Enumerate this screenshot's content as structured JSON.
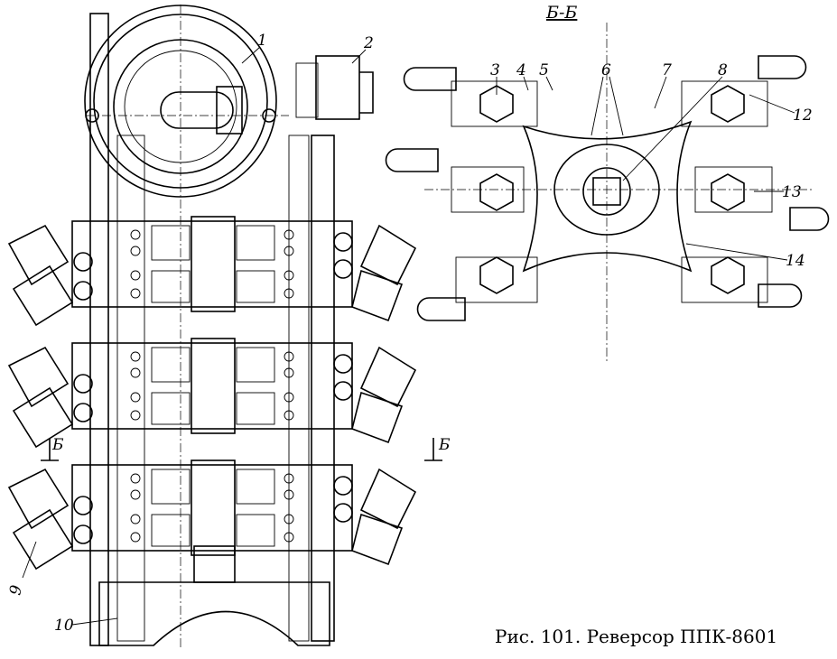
{
  "figure": {
    "caption": "Рис. 101. Реверсор ППК-8601",
    "section_title": "Б-Б",
    "section_marker_left": "Б",
    "section_marker_right": "Б",
    "callouts": [
      "1",
      "2",
      "3",
      "4",
      "5",
      "6",
      "7",
      "8",
      "9",
      "10",
      "12",
      "13",
      "14"
    ]
  }
}
